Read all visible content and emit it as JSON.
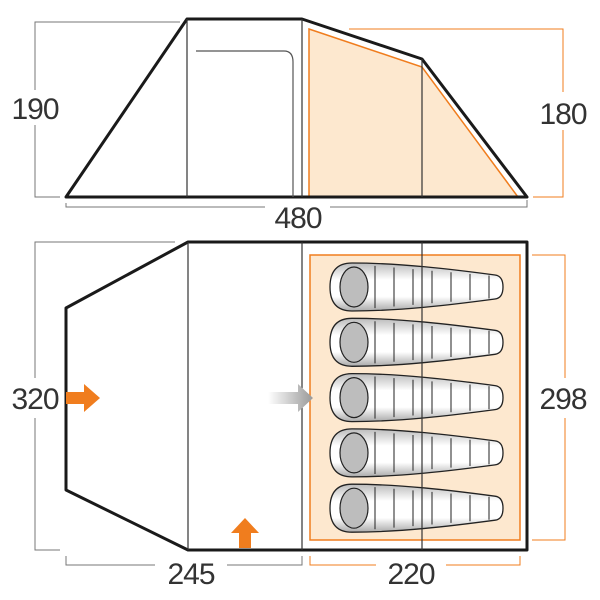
{
  "colors": {
    "outline": "#1a1a1a",
    "accent": "#f07d1e",
    "fill": "#fde8cf",
    "dimension": "#777777",
    "arrow_grey": "#9a9a9a"
  },
  "side_view": {
    "left_height": "190",
    "right_height": "180",
    "length": "480"
  },
  "plan_view": {
    "width": "320",
    "inner_width": "298",
    "porch_length": "245",
    "inner_length": "220",
    "sleeping_bags": 5
  },
  "icons": [
    "entrance-arrow-icon",
    "inner-door-arrow-icon",
    "side-entrance-arrow-icon",
    "sleeping-bag-icon"
  ]
}
